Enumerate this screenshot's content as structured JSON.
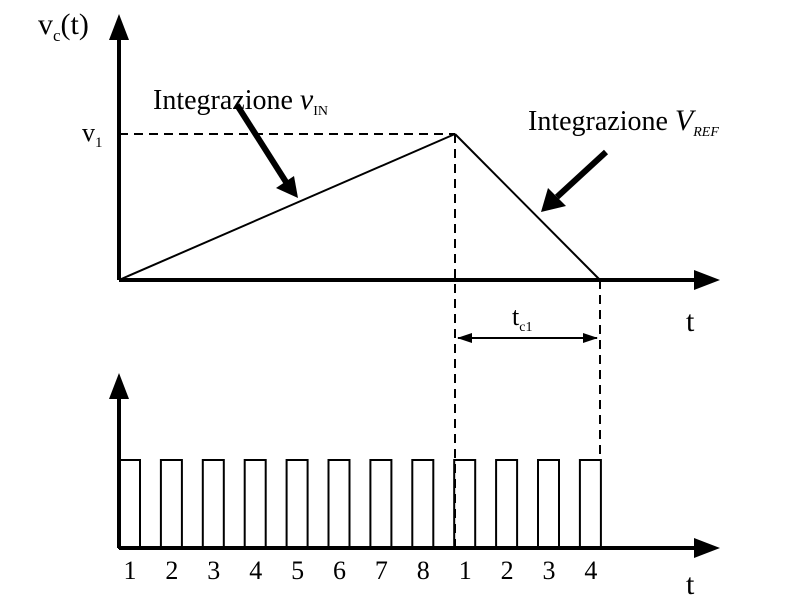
{
  "labels": {
    "y_axis_top": "v",
    "y_axis_top_sub": "c",
    "y_axis_top_arg": "(t)",
    "v1": "v",
    "v1_sub": "1",
    "integration_vin": "Integrazione ",
    "integration_vin_var": "v",
    "integration_vin_sub": "IN",
    "integration_vref": "Integrazione ",
    "integration_vref_var": "V",
    "integration_vref_sub": "REF",
    "t_axis_top": "t",
    "tc1": "t",
    "tc1_sub": "c1",
    "t_axis_bottom": "t"
  },
  "pulse_labels": [
    "1",
    "2",
    "3",
    "4",
    "5",
    "6",
    "7",
    "8",
    "1",
    "2",
    "3",
    "4"
  ]
}
